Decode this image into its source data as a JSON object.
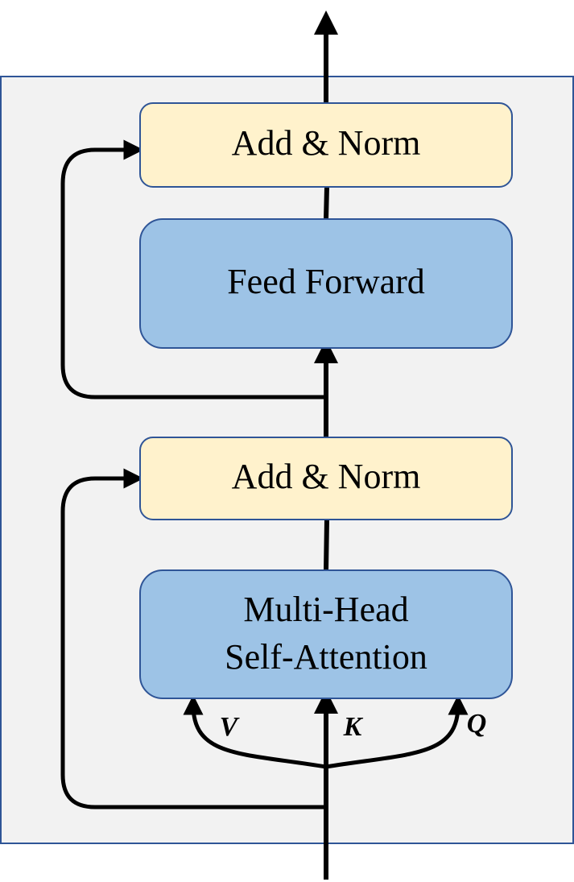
{
  "diagram": {
    "add_norm_top": "Add & Norm",
    "feed_forward": "Feed Forward",
    "add_norm_bottom": "Add & Norm",
    "attention_line1": "Multi-Head",
    "attention_line2": "Self-Attention",
    "input_v": "V",
    "input_k": "K",
    "input_q": "Q"
  },
  "colors": {
    "container_fill": "#f2f2f2",
    "container_border": "#2f5597",
    "add_norm_fill": "#fff2cc",
    "block_fill": "#9dc3e6",
    "block_border": "#2f5597",
    "arrow": "#000000"
  }
}
